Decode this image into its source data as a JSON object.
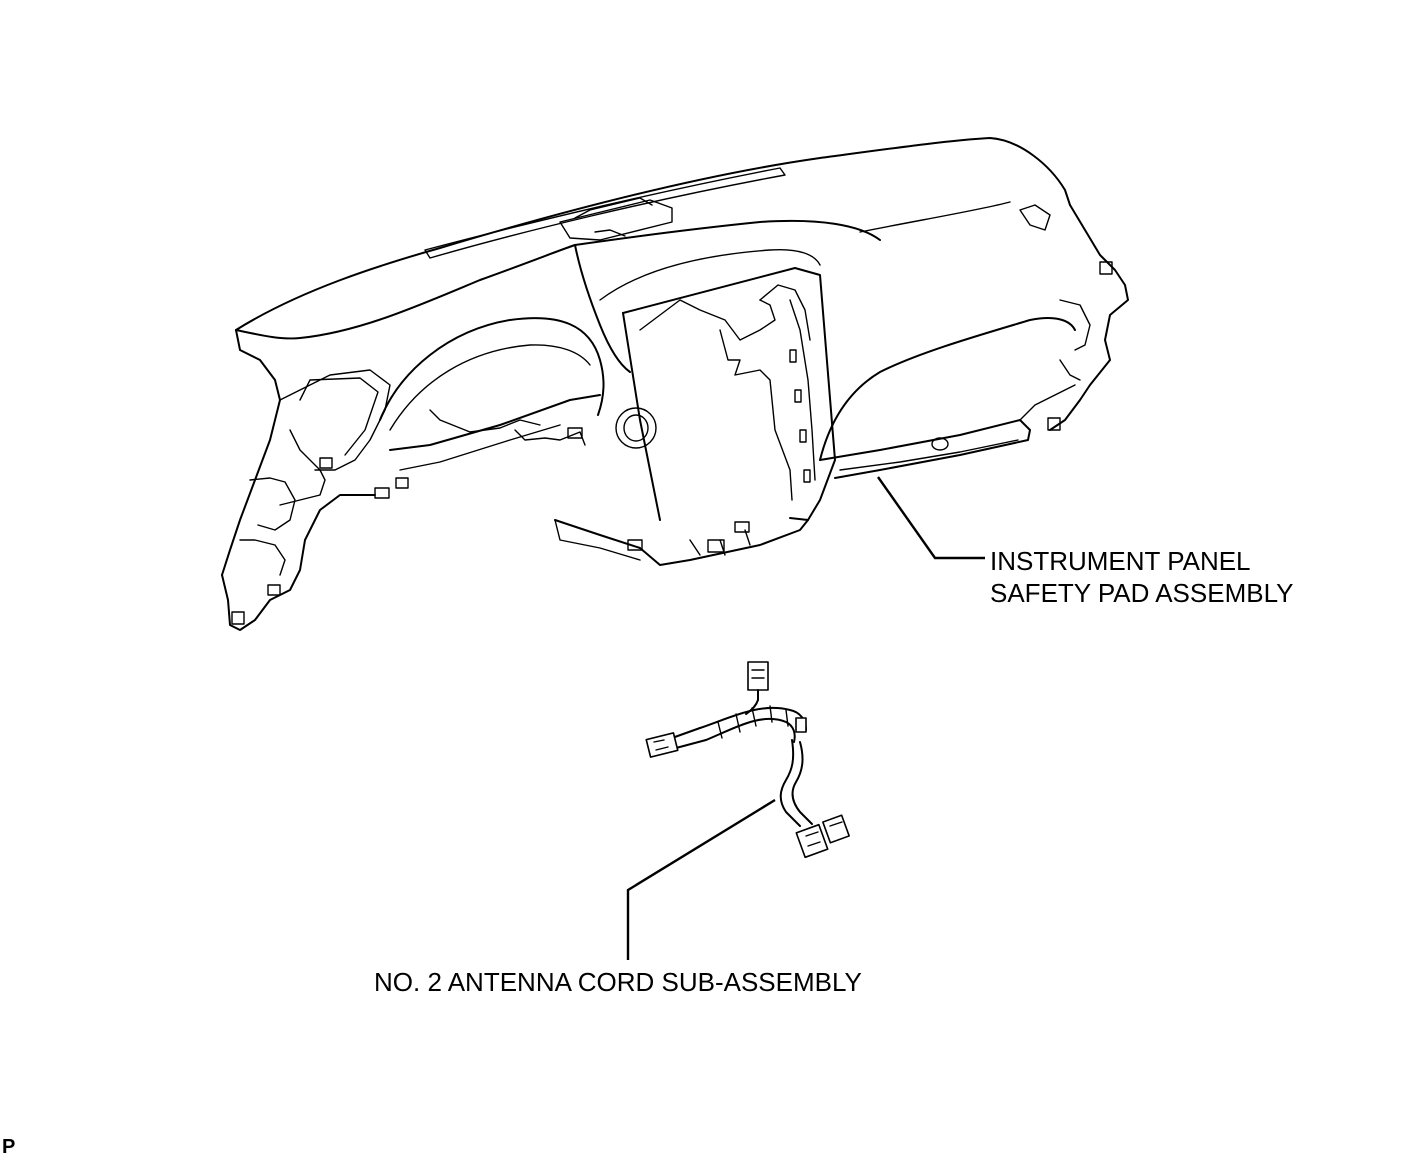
{
  "labels": {
    "instrument_panel_line1": "INSTRUMENT PANEL",
    "instrument_panel_line2": "SAFETY PAD ASSEMBLY",
    "antenna_cord": "NO. 2 ANTENNA CORD SUB-ASSEMBLY"
  },
  "page_mark": "P",
  "colors": {
    "line": "#000000",
    "background": "#ffffff"
  }
}
